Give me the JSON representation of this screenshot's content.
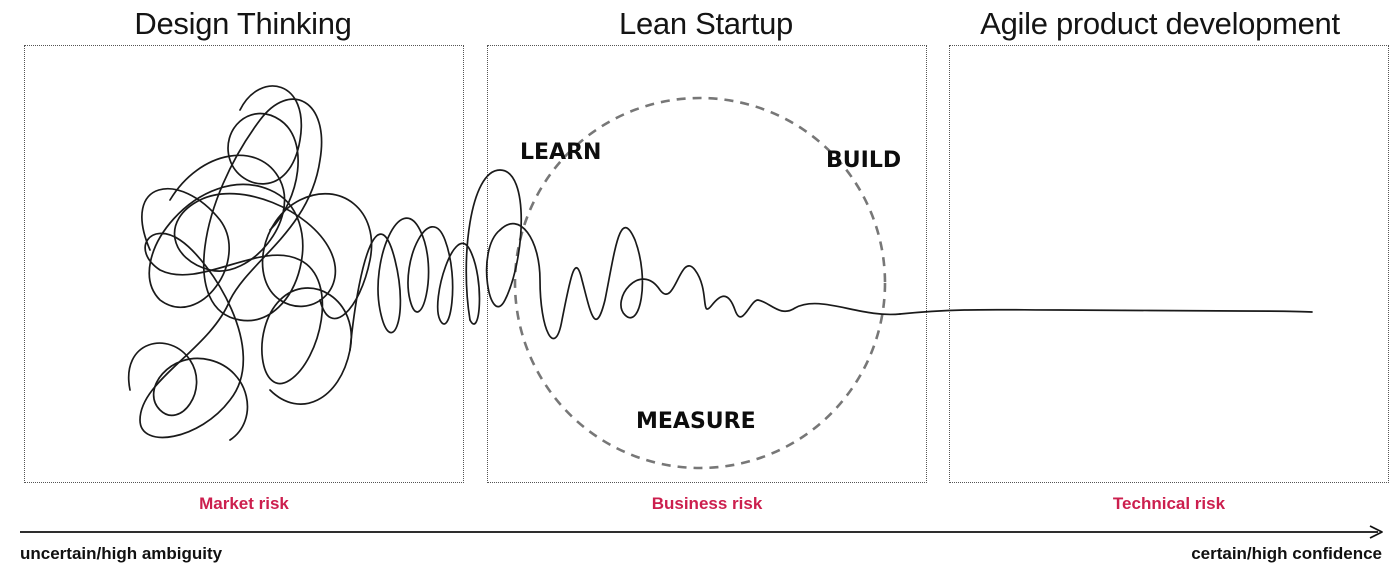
{
  "stages": [
    {
      "title": "Design Thinking",
      "risk": "Market risk"
    },
    {
      "title": "Lean Startup",
      "risk": "Business risk"
    },
    {
      "title": "Agile product development",
      "risk": "Technical risk"
    }
  ],
  "cycle": {
    "learn": "LEARN",
    "build": "BUILD",
    "measure": "MEASURE"
  },
  "axis": {
    "start_label": "uncertain/high ambiguity",
    "end_label": "certain/high confidence"
  },
  "colors": {
    "risk_label": "#cc1f4e",
    "frame": "#555555",
    "cycle_circle": "#777777",
    "squiggle": "#1a1a1a",
    "axis": "#111111"
  }
}
